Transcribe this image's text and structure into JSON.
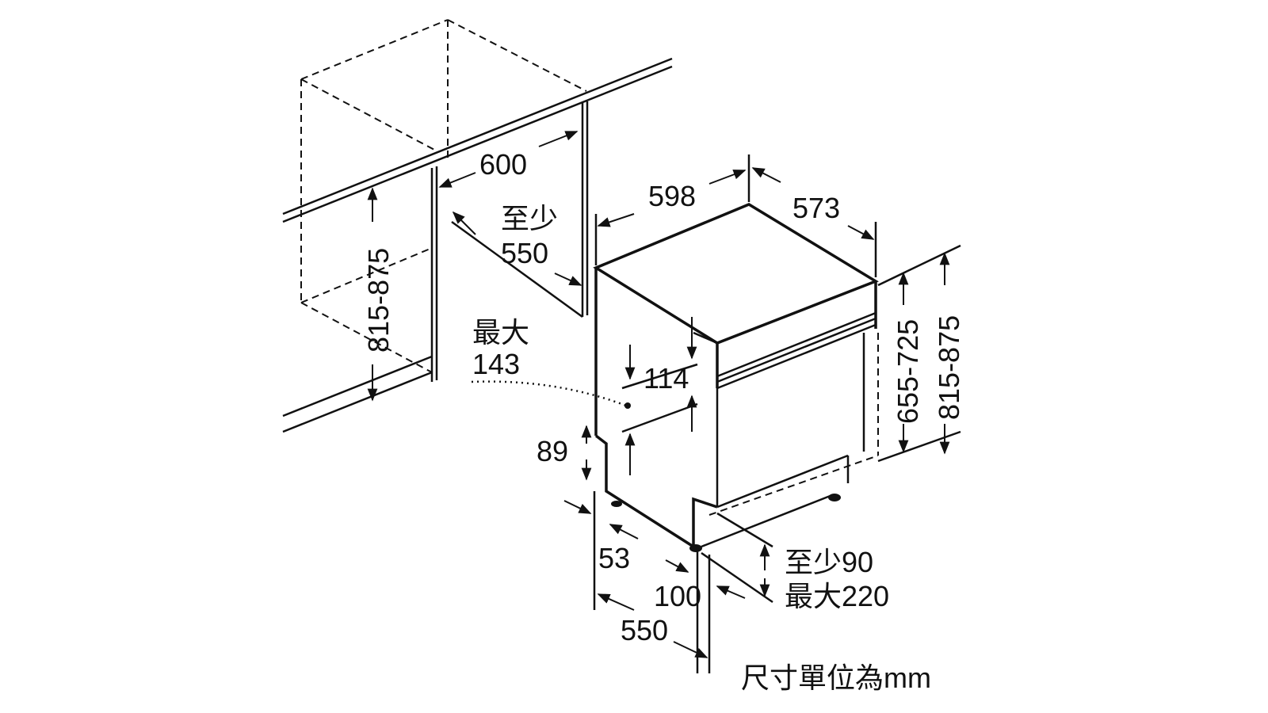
{
  "diagram": {
    "title": "Dishwasher semi-integrated installation dimensions",
    "cabinet": {
      "niche_width": "600",
      "min_depth_label": "至少",
      "min_depth": "550",
      "niche_height": "815-875"
    },
    "appliance": {
      "width": "598",
      "depth": "573",
      "panel_max_label": "最大",
      "panel_max": "143",
      "panel_height": "114",
      "plinth": "89",
      "height_range": "655-725",
      "total_height_range": "815-875",
      "foot_offset": "53",
      "foot_depth": "100",
      "plinth_min": "至少90",
      "plinth_max": "最大220",
      "total_depth": "550"
    },
    "unit_note": "尺寸單位為mm"
  }
}
